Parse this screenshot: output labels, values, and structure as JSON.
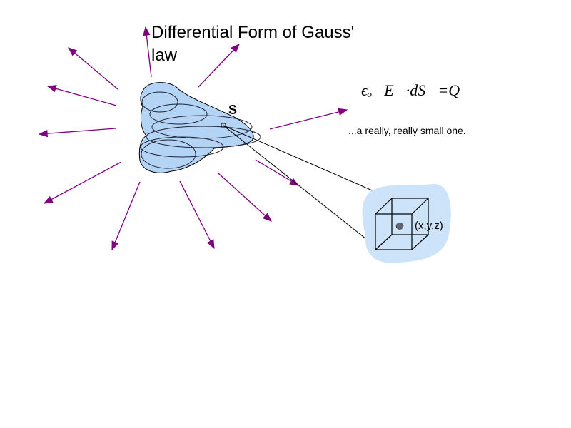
{
  "title": {
    "line1": "Differential Form of Gauss'",
    "line2": "law"
  },
  "equation": "ϵₒ∮E⃗·dS⃗=Q",
  "note": "...a really, really small one.",
  "surface_label": "S",
  "point_label": "(x,y,z)",
  "colors": {
    "arrow": "#800080",
    "surface_fill": "#b3d4f5",
    "blob_fill": "#cce3fa"
  }
}
